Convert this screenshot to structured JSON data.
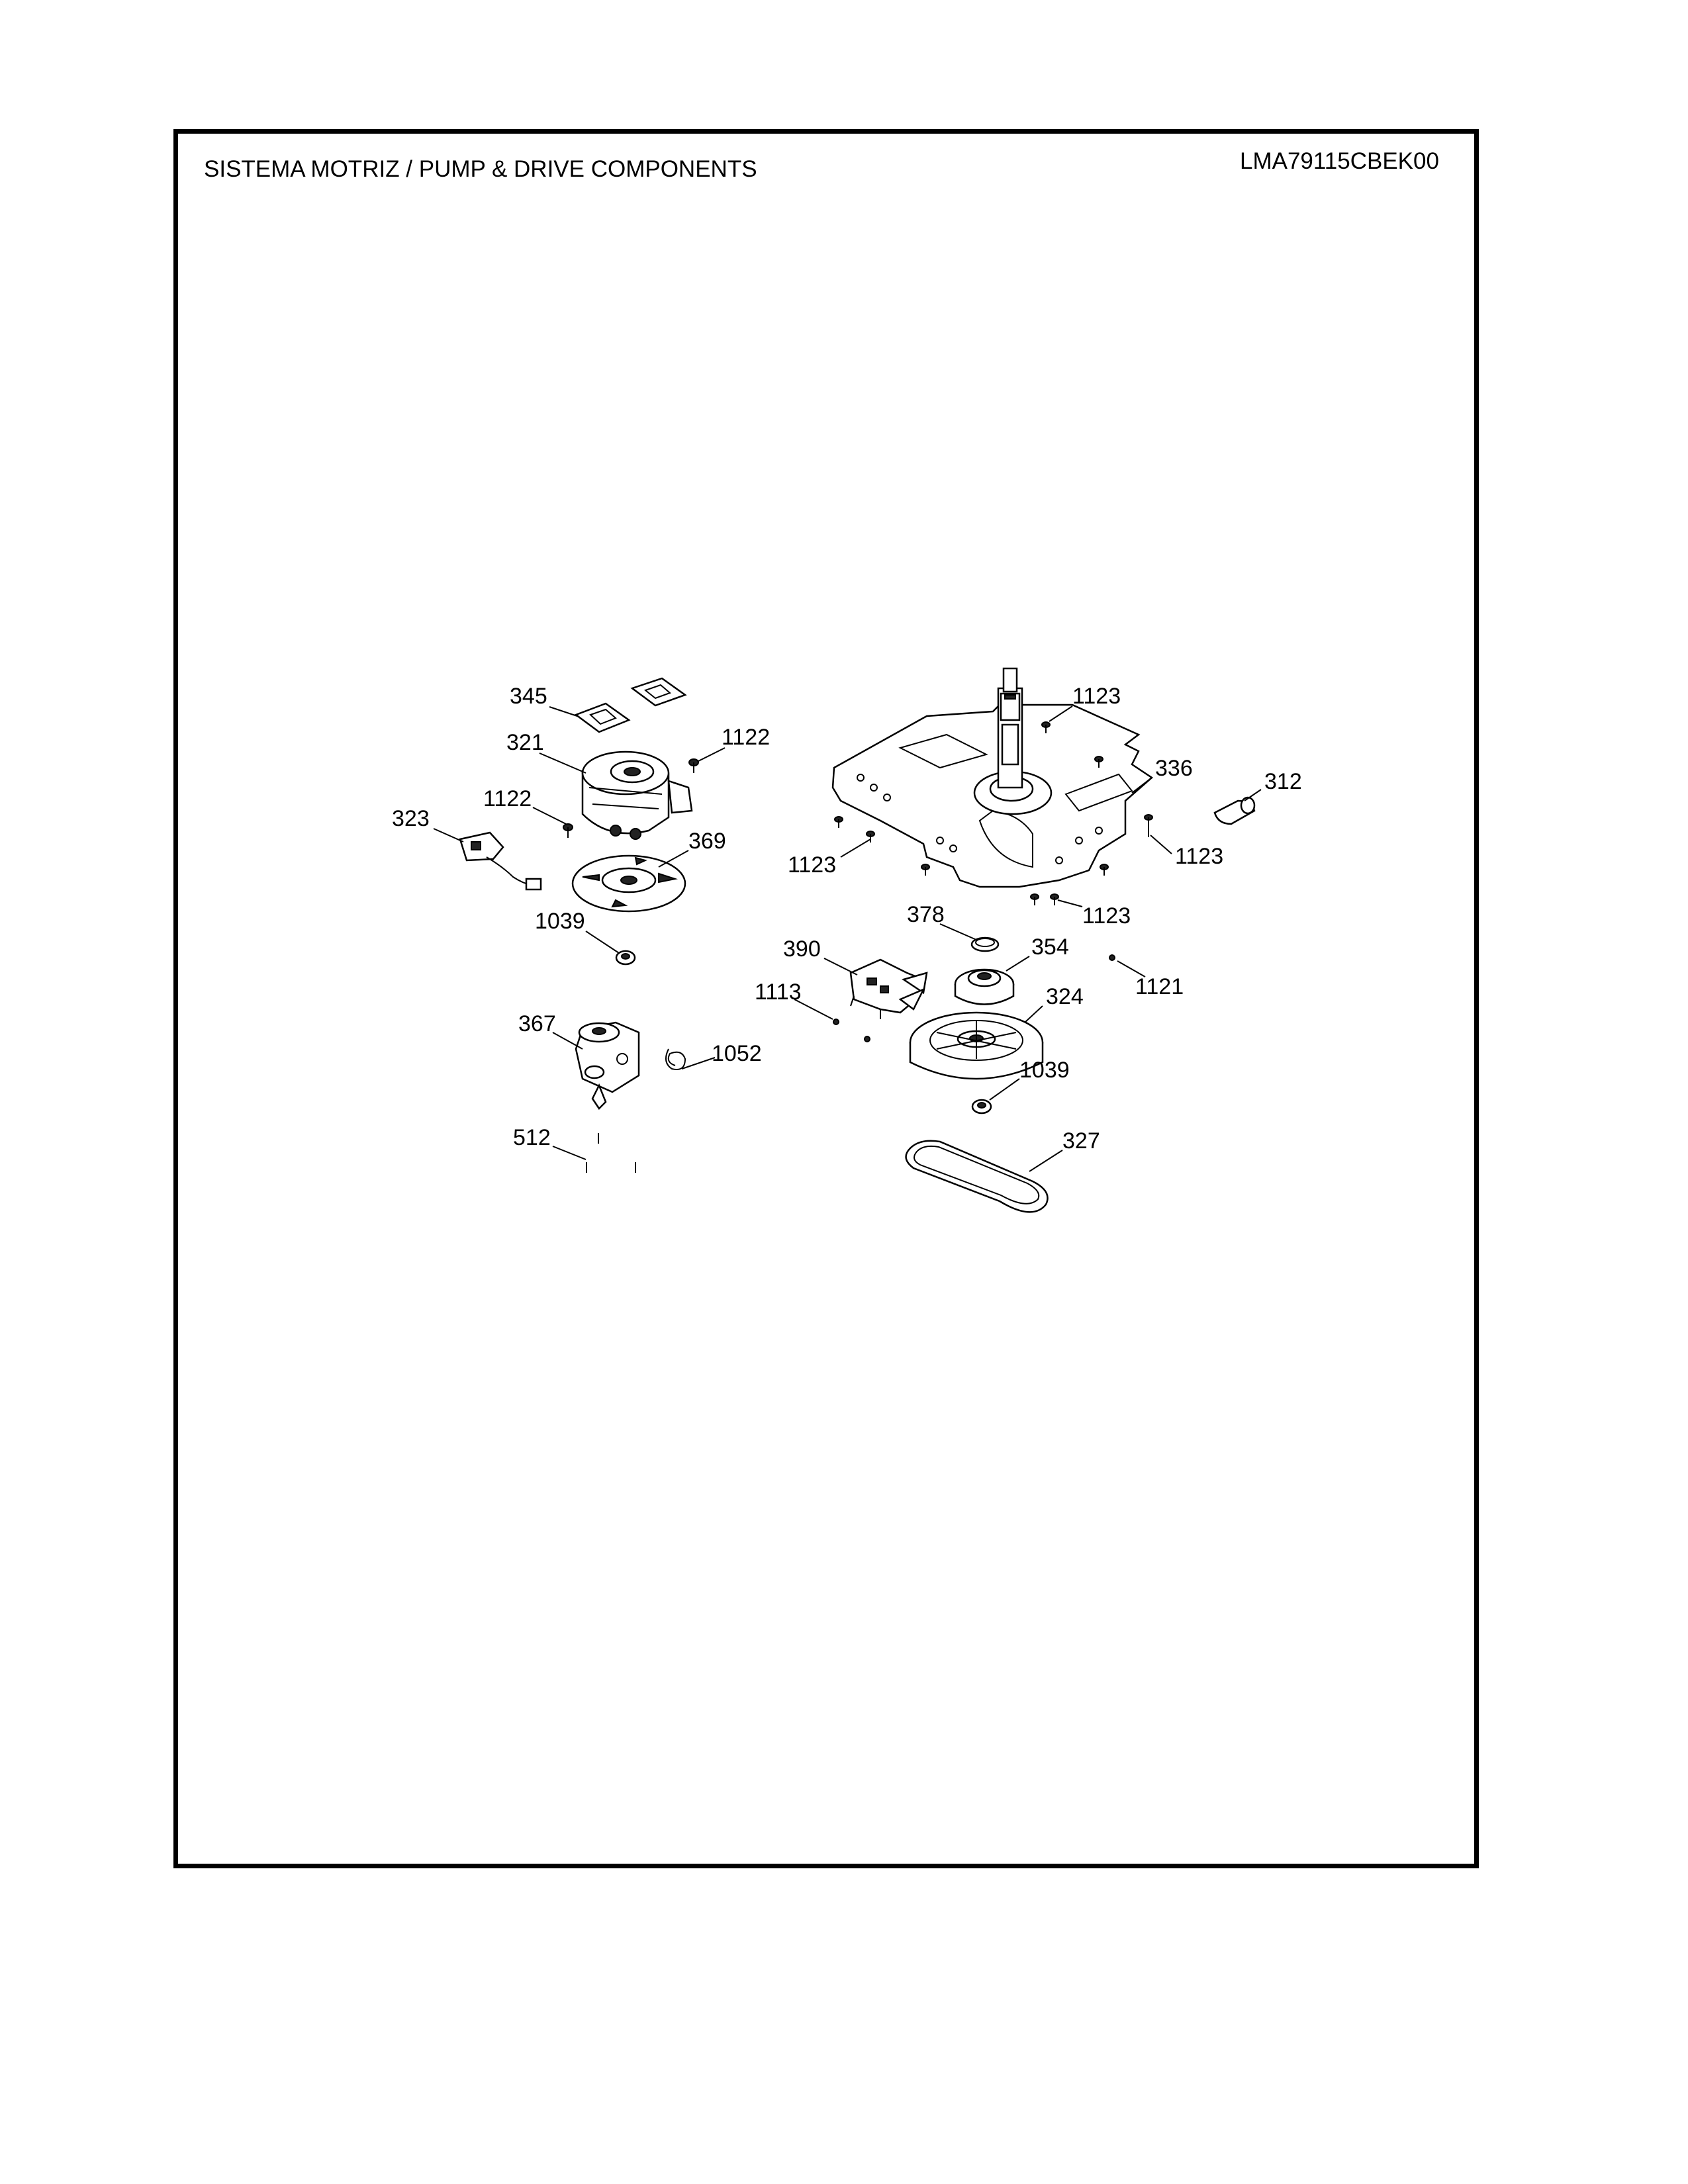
{
  "header": {
    "title": "SISTEMA MOTRIZ / PUMP  &  DRIVE COMPONENTS",
    "model": "LMA79115CBEK00"
  },
  "callouts": {
    "c345": "345",
    "c321": "321",
    "c1122a": "1122",
    "c1122b": "1122",
    "c323": "323",
    "c369": "369",
    "c1039a": "1039",
    "c1123a": "1123",
    "c336": "336",
    "c312": "312",
    "c1123b": "1123",
    "c1123c": "1123",
    "c1123d": "1123",
    "c378": "378",
    "c390": "390",
    "c354": "354",
    "c1121": "1121",
    "c1113": "1113",
    "c324": "324",
    "c367": "367",
    "c1052": "1052",
    "c1039b": "1039",
    "c512": "512",
    "c327": "327"
  }
}
